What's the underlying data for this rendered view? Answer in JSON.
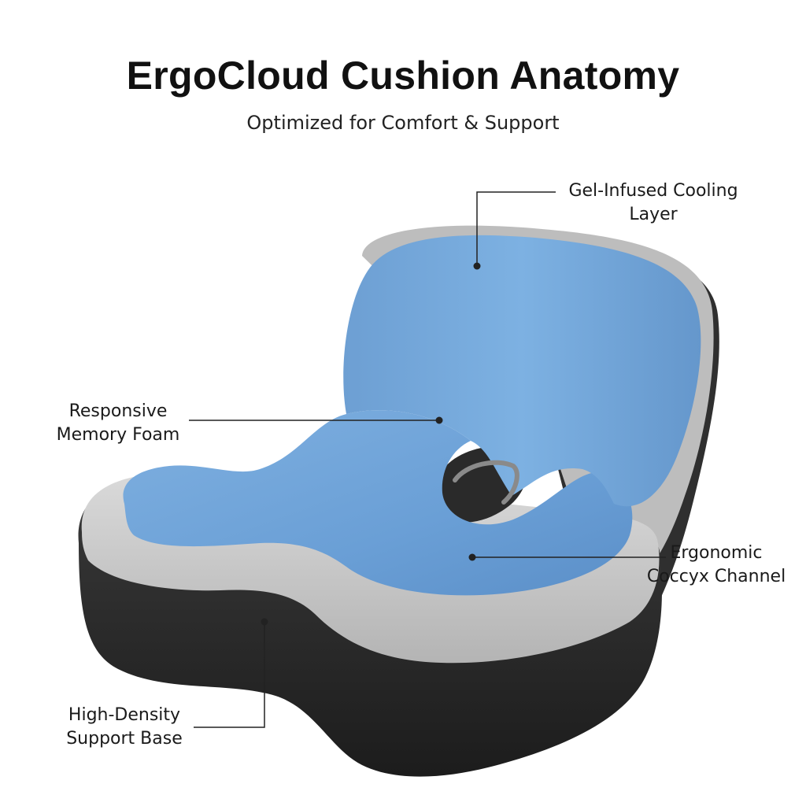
{
  "header": {
    "title": "ErgoCloud Cushion Anatomy",
    "subtitle": "Optimized for Comfort & Support"
  },
  "colors": {
    "gel_layer": "#6FA3D8",
    "gel_layer_dark": "#5A8EC6",
    "memory_foam": "#C9C9C9",
    "support_base": "#2B2B2B",
    "leader_line": "#222222"
  },
  "callouts": [
    {
      "id": "gel",
      "lines": [
        "Gel-Infused Cooling",
        "Layer"
      ]
    },
    {
      "id": "memory",
      "lines": [
        "Responsive",
        "Memory Foam"
      ]
    },
    {
      "id": "channel",
      "lines": [
        "Ergonomic",
        "Coccyx Channel"
      ]
    },
    {
      "id": "base",
      "lines": [
        "High-Density",
        "Support Base"
      ]
    }
  ]
}
